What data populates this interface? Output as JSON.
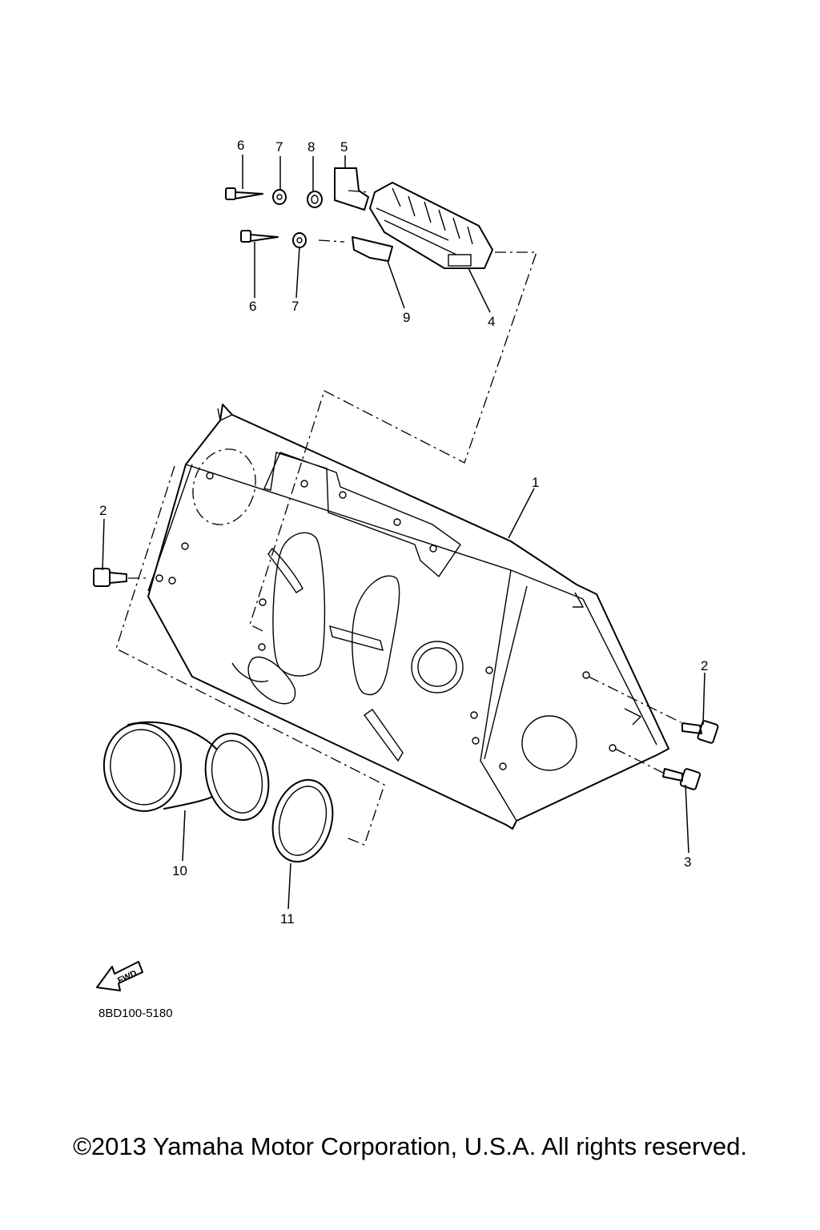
{
  "callouts": {
    "c6_top": "6",
    "c7_top": "7",
    "c8": "8",
    "c5": "5",
    "c6_bottom": "6",
    "c7_bottom": "7",
    "c9": "9",
    "c4": "4",
    "c1": "1",
    "c2_left": "2",
    "c2_right": "2",
    "c3": "3",
    "c10": "10",
    "c11": "11"
  },
  "fwd_label": "FWD",
  "part_code": "8BD100-5180",
  "copyright": "©2013 Yamaha Motor Corporation, U.S.A. All rights reserved."
}
